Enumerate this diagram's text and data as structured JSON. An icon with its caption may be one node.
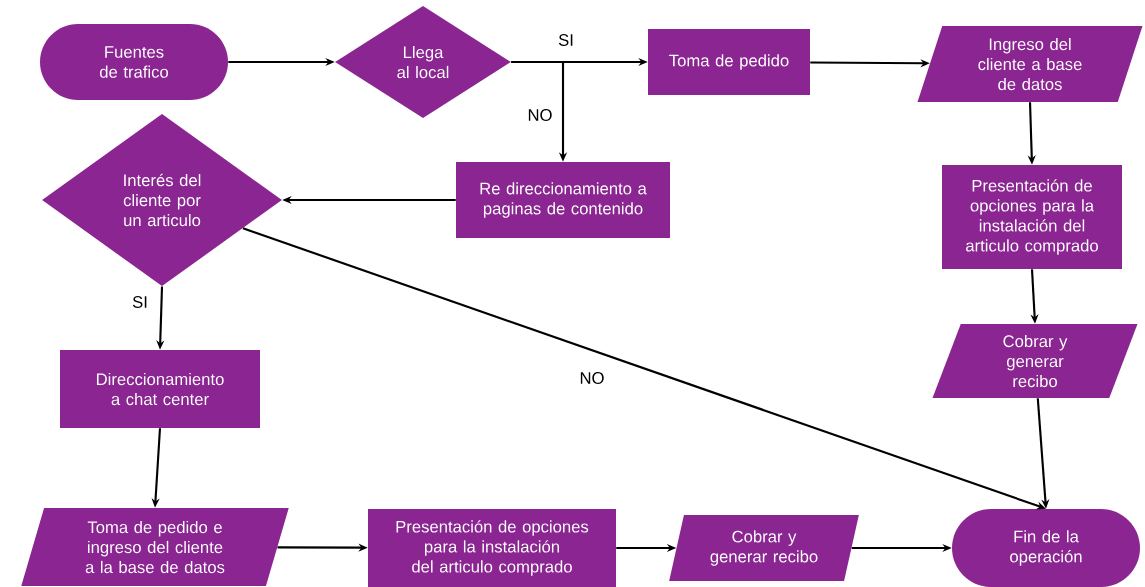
{
  "diagram": {
    "nodes": [
      {
        "text": [
          "Fuentes de trafico"
        ]
      },
      {
        "text": [
          "Llega al local"
        ]
      },
      {
        "text": [
          "Toma de pedido"
        ]
      },
      {
        "text": [
          "Ingreso del cliente a base de datos"
        ]
      },
      {
        "text": [
          "Re direccionamiento a paginas de contenido"
        ]
      },
      {
        "text": [
          "Interés del cliente por un articulo"
        ]
      },
      {
        "text": [
          "Presentación de opciones para la instalación del articulo comprado"
        ]
      },
      {
        "text": [
          "Cobrar y generar recibo"
        ]
      },
      {
        "text": [
          "Direccionamiento a chat center"
        ]
      },
      {
        "text": [
          "Toma de pedido e ingreso del cliente a la base de datos"
        ]
      },
      {
        "text": [
          "Presentación de opciones para la instalación del articulo comprado"
        ]
      },
      {
        "text": [
          "Cobrar y generar recibo"
        ]
      },
      {
        "text": [
          "Fin de la operación"
        ]
      }
    ],
    "edges": [
      {
        "from": 0,
        "to": 1,
        "arrow": "to"
      },
      {
        "from": 1,
        "to": 2,
        "arrow": "to",
        "label": "SI"
      },
      {
        "from": 1,
        "to": 4,
        "arrow": "to",
        "label": "NO"
      },
      {
        "from": 2,
        "to": 3,
        "arrow": "to"
      },
      {
        "from": 3,
        "to": 6,
        "arrow": "to"
      },
      {
        "from": 6,
        "to": 7,
        "arrow": "to"
      },
      {
        "from": 7,
        "to": 12,
        "arrow": "to"
      },
      {
        "from": 4,
        "to": 5,
        "arrow": "to"
      },
      {
        "from": 5,
        "to": 8,
        "arrow": "to",
        "label": "SI"
      },
      {
        "from": 5,
        "to": 12,
        "arrow": "to",
        "label": "NO"
      },
      {
        "from": 8,
        "to": 9,
        "arrow": "to"
      },
      {
        "from": 9,
        "to": 10,
        "arrow": "to"
      },
      {
        "from": 10,
        "to": 11,
        "arrow": "to"
      },
      {
        "from": 11,
        "to": 12,
        "arrow": "to"
      }
    ]
  }
}
